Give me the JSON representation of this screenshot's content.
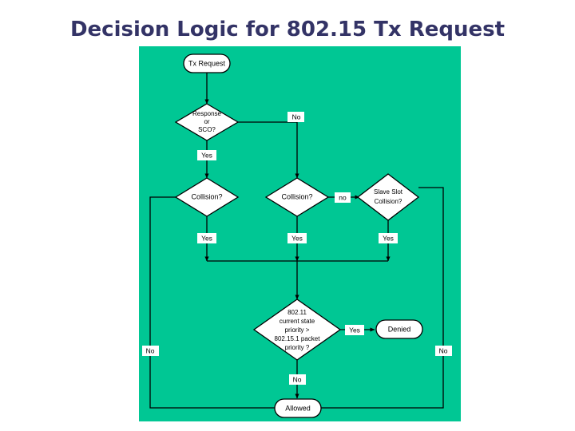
{
  "slide": {
    "title": "Decision Logic for 802.15 Tx Request",
    "title_color": "#333366",
    "panel_color": "#00c794",
    "background_color": "#ffffff"
  },
  "flowchart": {
    "type": "flowchart",
    "nodes": [
      {
        "id": "tx-request",
        "shape": "terminator",
        "lines": [
          "Tx Request"
        ]
      },
      {
        "id": "response-sco",
        "shape": "decision",
        "lines": [
          "Response",
          "or",
          "SCO?"
        ]
      },
      {
        "id": "collision-left",
        "shape": "decision",
        "lines": [
          "Collision?"
        ]
      },
      {
        "id": "collision-mid",
        "shape": "decision",
        "lines": [
          "Collision?"
        ]
      },
      {
        "id": "slave-slot",
        "shape": "decision",
        "lines": [
          "Slave Slot",
          "Collision?"
        ]
      },
      {
        "id": "priority",
        "shape": "decision",
        "lines": [
          "802.11",
          "current state",
          "priority >",
          "802.15.1 packet",
          "priority ?"
        ]
      },
      {
        "id": "denied",
        "shape": "terminator",
        "lines": [
          "Denied"
        ]
      },
      {
        "id": "allowed",
        "shape": "terminator",
        "lines": [
          "Allowed"
        ]
      }
    ],
    "edges": [
      {
        "from": "tx-request",
        "to": "response-sco",
        "label": ""
      },
      {
        "from": "response-sco",
        "to": "collision-left",
        "label": "Yes"
      },
      {
        "from": "response-sco",
        "to": "collision-mid",
        "label": "No"
      },
      {
        "from": "collision-left",
        "to": "priority",
        "label": "Yes"
      },
      {
        "from": "collision-left",
        "to": "allowed",
        "label": "No"
      },
      {
        "from": "collision-mid",
        "to": "priority",
        "label": "Yes"
      },
      {
        "from": "collision-mid",
        "to": "slave-slot",
        "label": "no"
      },
      {
        "from": "slave-slot",
        "to": "priority",
        "label": "Yes"
      },
      {
        "from": "slave-slot",
        "to": "allowed",
        "label": "No"
      },
      {
        "from": "priority",
        "to": "denied",
        "label": "Yes"
      },
      {
        "from": "priority",
        "to": "allowed",
        "label": "No"
      }
    ],
    "labels": {
      "yes_from_response": "Yes",
      "no_from_response": "No",
      "yes_from_collision_left": "Yes",
      "yes_from_collision_mid": "Yes",
      "no_from_collision_mid": "no",
      "yes_from_slave_slot": "Yes",
      "yes_from_priority": "Yes",
      "no_from_priority": "No",
      "no_left_loop": "No",
      "no_right_loop": "No"
    },
    "text": {
      "tx_request": "Tx Request",
      "response_l1": "Response",
      "response_l2": "or",
      "response_l3": "SCO?",
      "collision_left": "Collision?",
      "collision_mid": "Collision?",
      "slave_l1": "Slave Slot",
      "slave_l2": "Collision?",
      "priority_l1": "802.11",
      "priority_l2": "current state",
      "priority_l3": "priority >",
      "priority_l4": "802.15.1 packet",
      "priority_l5": "priority ?",
      "denied": "Denied",
      "allowed": "Allowed"
    }
  }
}
